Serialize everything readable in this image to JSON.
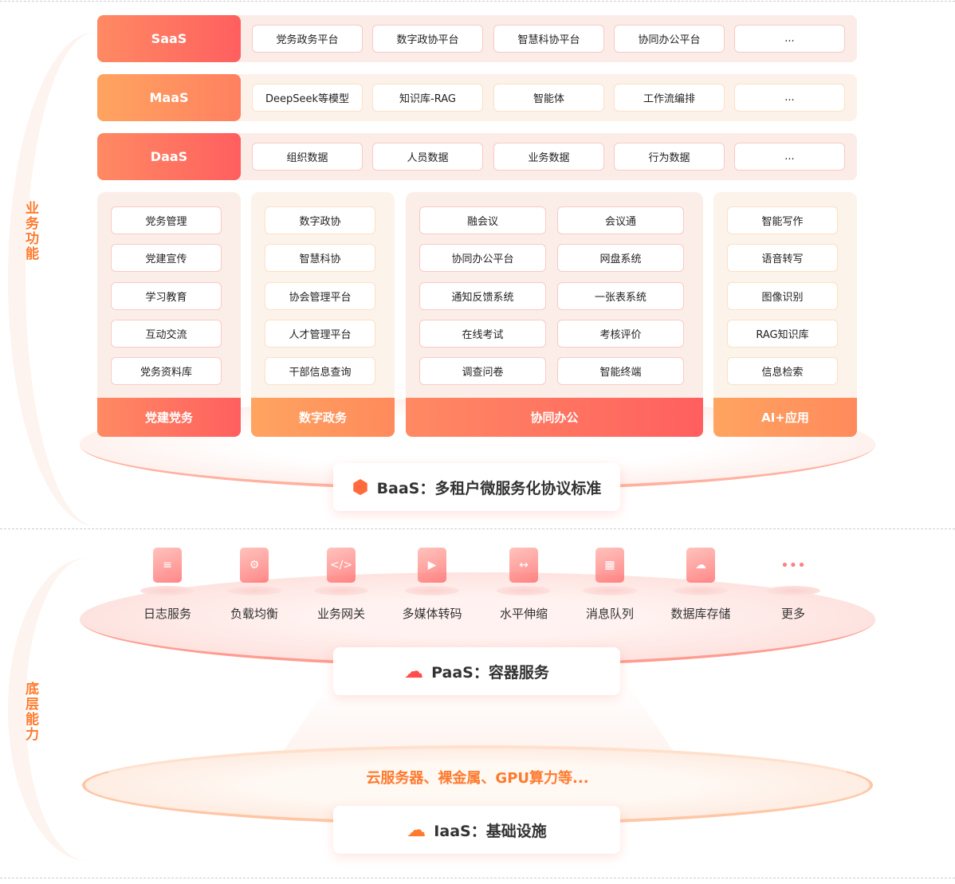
{
  "side_labels": {
    "top": "业务功能",
    "bottom": "底层能力"
  },
  "rows": [
    {
      "label": "SaaS",
      "items": [
        "党务政务平台",
        "数字政协平台",
        "智慧科协平台",
        "协同办公平台",
        "..."
      ]
    },
    {
      "label": "MaaS",
      "items": [
        "DeepSeek等模型",
        "知识库-RAG",
        "智能体",
        "工作流编排",
        "..."
      ]
    },
    {
      "label": "DaaS",
      "items": [
        "组织数据",
        "人员数据",
        "业务数据",
        "行为数据",
        "..."
      ]
    }
  ],
  "columns": [
    {
      "title": "党建党务",
      "items": [
        "党务管理",
        "党建宣传",
        "学习教育",
        "互动交流",
        "党务资料库"
      ]
    },
    {
      "title": "数字政务",
      "items": [
        "数字政协",
        "智慧科协",
        "协会管理平台",
        "人才管理平台",
        "干部信息查询"
      ]
    },
    {
      "title": "协同办公",
      "items": [
        "融会议",
        "会议通",
        "协同办公平台",
        "网盘系统",
        "通知反馈系统",
        "一张表系统",
        "在线考试",
        "考核评价",
        "调查问卷",
        "智能终端"
      ]
    },
    {
      "title": "AI+应用",
      "items": [
        "智能写作",
        "语音转写",
        "图像识别",
        "RAG知识库",
        "信息检索"
      ]
    }
  ],
  "baas": {
    "label": "BaaS：多租户微服务化协议标准",
    "icon": "hexagon-cluster-icon"
  },
  "paas": {
    "label": "PaaS：容器服务",
    "icon": "cloud-icon",
    "services": [
      {
        "label": "日志服务",
        "icon": "log-doc-icon",
        "glyph": "≡"
      },
      {
        "label": "负载均衡",
        "icon": "wrench-icon",
        "glyph": "⚙"
      },
      {
        "label": "业务网关",
        "icon": "code-monitor-icon",
        "glyph": "</>"
      },
      {
        "label": "多媒体转码",
        "icon": "video-camera-icon",
        "glyph": "▶"
      },
      {
        "label": "水平伸缩",
        "icon": "horizontal-arrows-icon",
        "glyph": "↔"
      },
      {
        "label": "消息队列",
        "icon": "blocks-icon",
        "glyph": "▦"
      },
      {
        "label": "数据库存储",
        "icon": "cloud-database-icon",
        "glyph": "☁"
      },
      {
        "label": "更多",
        "icon": "more-dots-icon",
        "glyph": "•••"
      }
    ]
  },
  "iaas": {
    "caption": "云服务器、裸金属、GPU算力等...",
    "label": "IaaS：基础设施",
    "icon": "server-cloud-icon"
  }
}
